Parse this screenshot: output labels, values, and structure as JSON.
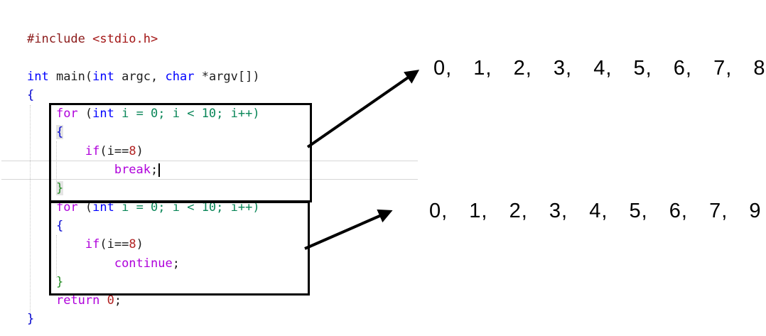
{
  "colors": {
    "preproc": "#8B1A1A",
    "string": "#A31515",
    "keyword": "#AF00DB",
    "type": "#0000FF",
    "plain": "#1E1E1E",
    "green": "#098658",
    "number": "#B22222",
    "brace_blue": "#0000CD",
    "brace_green": "#228B22"
  },
  "code": {
    "lines": [
      {
        "tokens": [
          {
            "t": "#include ",
            "c": "preproc"
          },
          {
            "t": "<stdio.h>",
            "c": "string"
          }
        ]
      },
      {
        "tokens": []
      },
      {
        "tokens": [
          {
            "t": "int",
            "c": "type"
          },
          {
            "t": " main(",
            "c": "plain"
          },
          {
            "t": "int",
            "c": "type"
          },
          {
            "t": " argc, ",
            "c": "plain"
          },
          {
            "t": "char",
            "c": "type"
          },
          {
            "t": " *argv[])",
            "c": "plain"
          }
        ]
      },
      {
        "tokens": [
          {
            "t": "{",
            "c": "brace_blue"
          }
        ]
      },
      {
        "tokens": [
          {
            "t": "    ",
            "c": "plain"
          },
          {
            "t": "for",
            "c": "keyword"
          },
          {
            "t": " (",
            "c": "plain"
          },
          {
            "t": "int",
            "c": "type"
          },
          {
            "t": " i = 0; i < 10; i++)",
            "c": "green"
          }
        ]
      },
      {
        "tokens": [
          {
            "t": "    ",
            "c": "plain"
          },
          {
            "t": "{",
            "c": "brace_blue",
            "hl": true
          }
        ]
      },
      {
        "tokens": [
          {
            "t": "        ",
            "c": "plain"
          },
          {
            "t": "if",
            "c": "keyword"
          },
          {
            "t": "(i==",
            "c": "plain"
          },
          {
            "t": "8",
            "c": "number"
          },
          {
            "t": ")",
            "c": "plain"
          }
        ]
      },
      {
        "tokens": [
          {
            "t": "            ",
            "c": "plain"
          },
          {
            "t": "break",
            "c": "keyword"
          },
          {
            "t": ";",
            "c": "plain",
            "cursor_after": true
          }
        ]
      },
      {
        "tokens": [
          {
            "t": "    ",
            "c": "plain"
          },
          {
            "t": "}",
            "c": "brace_green",
            "hl": true
          }
        ]
      },
      {
        "tokens": [
          {
            "t": "    ",
            "c": "plain"
          },
          {
            "t": "for",
            "c": "keyword"
          },
          {
            "t": " (",
            "c": "plain"
          },
          {
            "t": "int",
            "c": "type"
          },
          {
            "t": " i = 0; i < 10; i++)",
            "c": "green"
          }
        ]
      },
      {
        "tokens": [
          {
            "t": "    ",
            "c": "plain"
          },
          {
            "t": "{",
            "c": "brace_blue"
          }
        ]
      },
      {
        "tokens": [
          {
            "t": "        ",
            "c": "plain"
          },
          {
            "t": "if",
            "c": "keyword"
          },
          {
            "t": "(i==",
            "c": "plain"
          },
          {
            "t": "8",
            "c": "number"
          },
          {
            "t": ")",
            "c": "plain"
          }
        ]
      },
      {
        "tokens": [
          {
            "t": "            ",
            "c": "plain"
          },
          {
            "t": "continue",
            "c": "keyword"
          },
          {
            "t": ";",
            "c": "plain"
          }
        ]
      },
      {
        "tokens": [
          {
            "t": "    ",
            "c": "plain"
          },
          {
            "t": "}",
            "c": "brace_green"
          }
        ]
      },
      {
        "tokens": [
          {
            "t": "    ",
            "c": "plain"
          },
          {
            "t": "return",
            "c": "keyword"
          },
          {
            "t": " ",
            "c": "plain"
          },
          {
            "t": "0",
            "c": "number"
          },
          {
            "t": ";",
            "c": "plain"
          }
        ]
      },
      {
        "tokens": [
          {
            "t": "}",
            "c": "brace_blue"
          }
        ]
      }
    ]
  },
  "outputs": {
    "break_result": "0,  1,  2,  3,  4,  5,  6,  7,  8",
    "continue_result": "0,  1,  2,  3,  4,  5,  6,  7,  9"
  }
}
